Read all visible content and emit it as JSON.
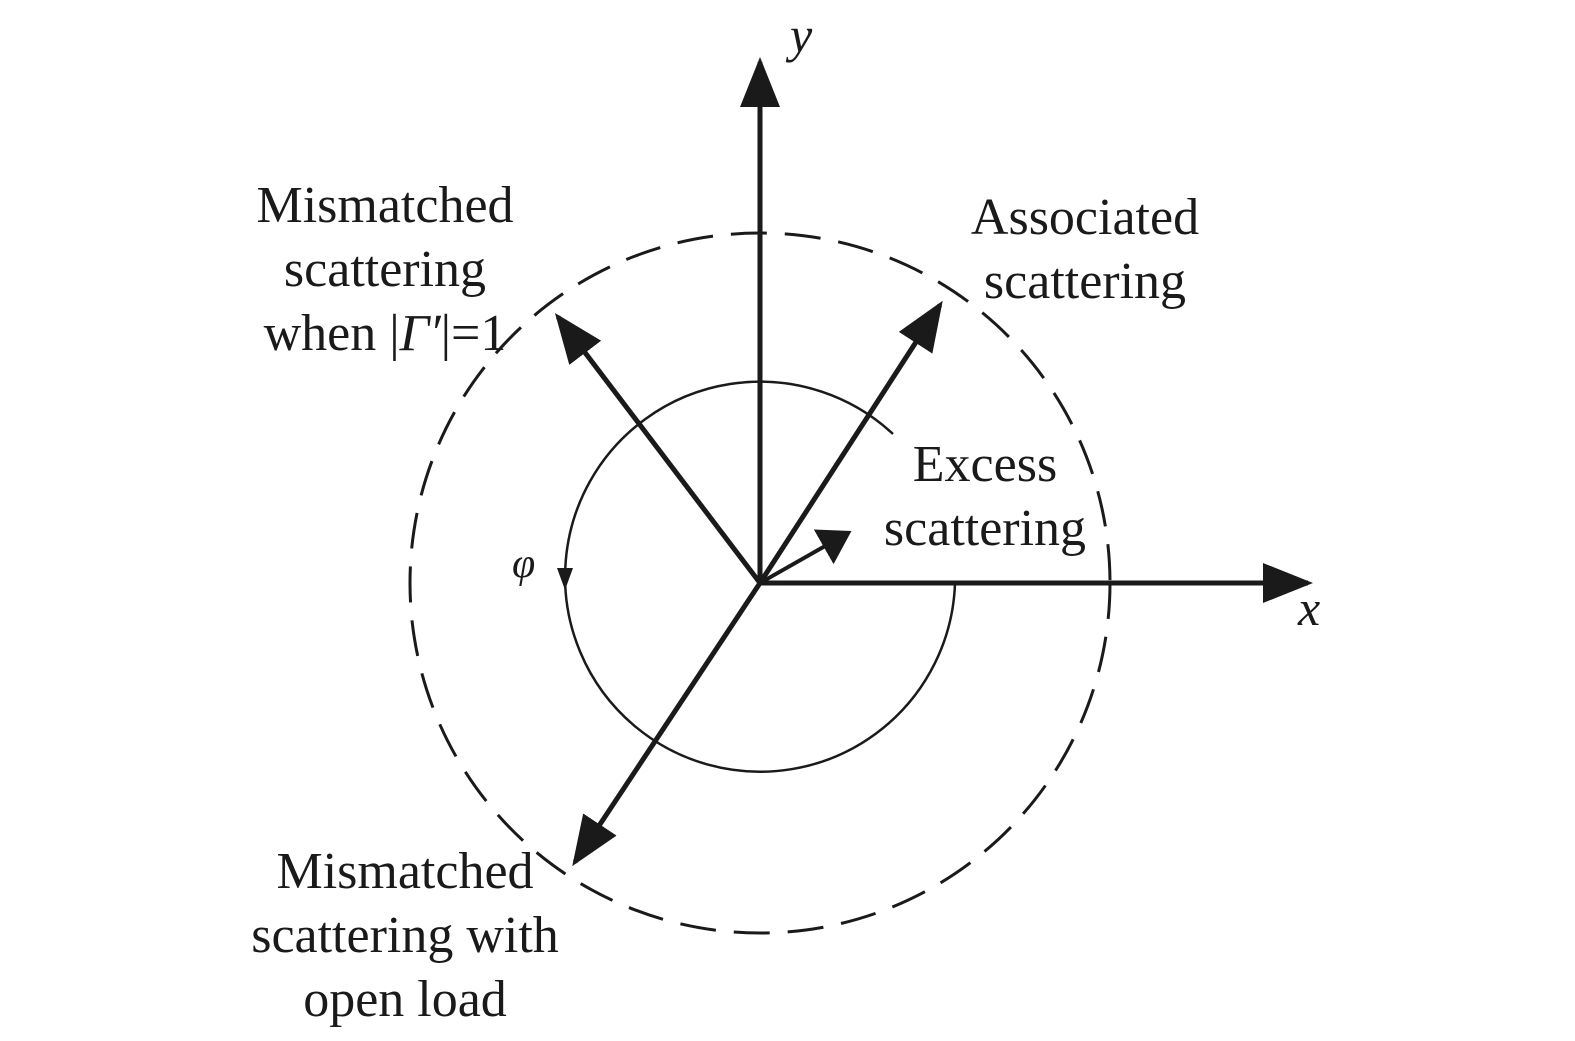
{
  "axes": {
    "x_label": "x",
    "y_label": "y"
  },
  "angle_label": "φ",
  "vectors": {
    "associated": {
      "line1": "Associated",
      "line2": "scattering"
    },
    "mismatched_unity": {
      "line1": "Mismatched",
      "line2": "scattering",
      "line3_prefix": "when |",
      "line3_symbol": "Γ′",
      "line3_suffix": "|=1"
    },
    "excess": {
      "line1": "Excess",
      "line2": "scattering"
    },
    "mismatched_open": {
      "line1": "Mismatched",
      "line2": "scattering with",
      "line3": "open load"
    }
  },
  "colors": {
    "ink": "#1a1a1a",
    "background": "#ffffff"
  }
}
